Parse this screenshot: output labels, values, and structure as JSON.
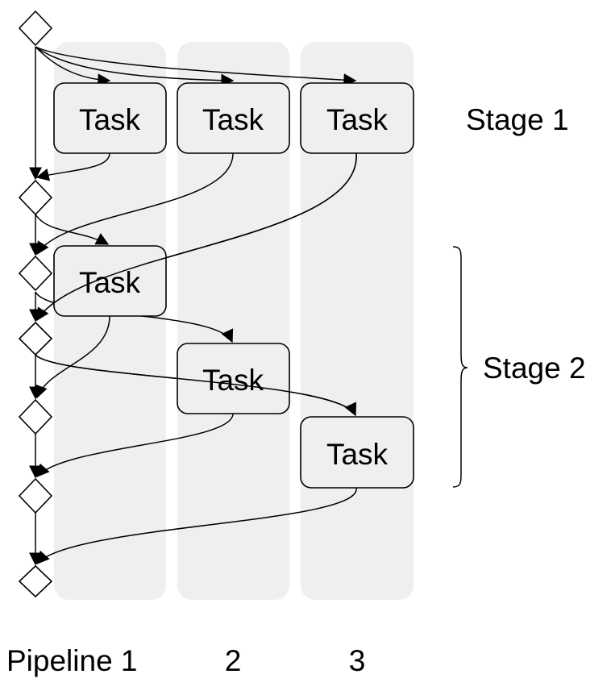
{
  "diagram": {
    "task_label": "Task",
    "stages": [
      {
        "label": "Stage 1"
      },
      {
        "label": "Stage 2"
      }
    ],
    "pipelines": [
      {
        "label": "Pipeline 1"
      },
      {
        "label": "2"
      },
      {
        "label": "3"
      }
    ]
  },
  "colors": {
    "lane_fill": "#efefef",
    "task_fill": "#efefef",
    "stroke": "#000000",
    "diamond_fill": "#ffffff"
  }
}
